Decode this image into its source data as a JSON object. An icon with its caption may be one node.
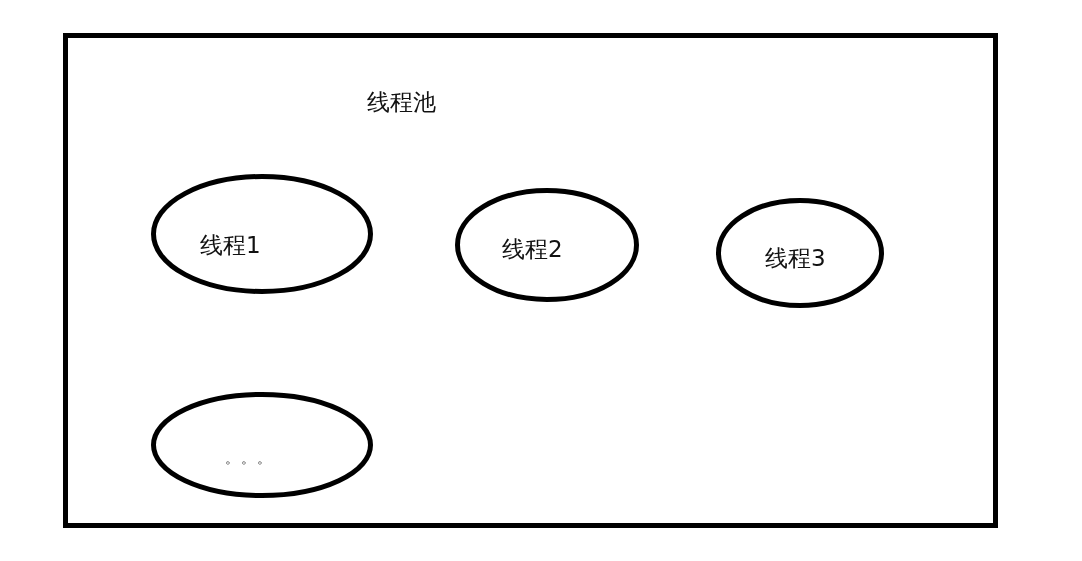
{
  "diagram": {
    "nodes": [
      {
        "text": [
          "线程池"
        ]
      },
      {
        "text": [
          "线程1"
        ],
        "in": 0
      },
      {
        "text": [
          "线程2"
        ],
        "in": 0
      },
      {
        "text": [
          "线程3"
        ],
        "in": 0
      },
      {
        "text": [
          "。。。"
        ],
        "in": 0
      }
    ]
  }
}
